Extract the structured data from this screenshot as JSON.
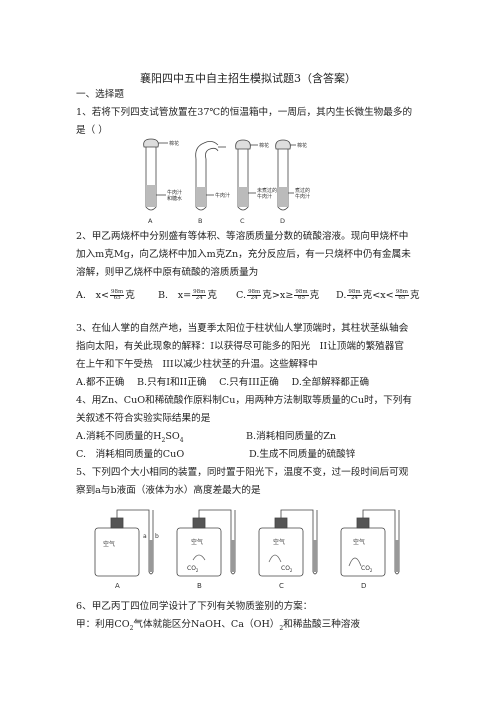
{
  "title": "襄阳四中五中自主招生模拟试题3（含答案）",
  "section1": "一、选择题",
  "q1": {
    "line1": "1、若将下列四支试管放置在37℃的恒温箱中，一周后，其内生长微生物最多的",
    "line2": "是（     ）",
    "tube_labels": [
      "A",
      "B",
      "C",
      "D"
    ],
    "callouts": {
      "cotton": "棉花",
      "brothA": "牛肉汁",
      "brothA2": "和糖水",
      "brothB": "牛肉汁",
      "brothC1": "未煮过的",
      "brothC2": "牛肉汁",
      "brothD1": "煮过的",
      "brothD2": "牛肉汁"
    }
  },
  "q2": {
    "line1": "2、甲乙两烧杯中分别盛有等体积、等溶质质量分数的硫酸溶液。现向甲烧杯中",
    "line2": "加入m克Mg，向乙烧杯中加入m克Zn，充分反应后，有一只烧杯中仍有金属未",
    "line3": "溶解，则甲乙烧杯中原有硫酸的溶质质量为",
    "options": {
      "A_pre": "A.　x<",
      "A_num": "98m",
      "A_den": "65",
      "A_suf": "克",
      "B_pre": "B.　x=",
      "B_num": "98m",
      "B_den": "24",
      "B_suf": "克",
      "C_pre": "C.",
      "C_num1": "98m",
      "C_den1": "24",
      "C_mid": "克>x≥",
      "C_num2": "98m",
      "C_den2": "65",
      "C_suf": "克",
      "D_pre": "D.",
      "D_num1": "98m",
      "D_den1": "24",
      "D_mid": "克<x<",
      "D_num2": "98m",
      "D_den2": "65",
      "D_suf": "克"
    }
  },
  "q3": {
    "line1": "3、在仙人掌的自然产地，当夏季太阳位于柱状仙人掌顶端时，其柱状茎纵轴会",
    "line2": "指向太阳，有关此现象的解释：I以获得尽可能多的阳光　II让顶端的繁殖器官",
    "line3": "在上午和下午受热　III以减少柱状茎的升温。这些解释中",
    "options": "A.都不正确　 B.只有I和II正确　 C.只有III正确　 D.全部解释都正确"
  },
  "q4": {
    "line1": "4、用Zn、CuO和稀硫酸作原料制Cu，用两种方法制取等质量的Cu时，下列有",
    "line2": "关叙述不符合实验实际结果的是",
    "optA_pre": "A.消耗不同质量的H",
    "optA_sub": "2",
    "optA_suf": "SO",
    "optA_sub2": "4",
    "optB": "B.消耗相同质量的Zn",
    "optC": "C.　消耗相同质量的CuO",
    "optD": "D.生成不同质量的硫酸锌"
  },
  "q5": {
    "line1": "5、下列四个大小相同的装置，同时置于阳光下，温度不变，过一段时间后可观",
    "line2": "察到a与b液面（液体为水）高度差最大的是",
    "labels": [
      "A",
      "B",
      "C",
      "D"
    ],
    "air": "空气",
    "co2": "CO",
    "co2_sub": "2",
    "a": "a",
    "b": "b"
  },
  "q6": {
    "line1": "6、甲乙丙丁四位同学设计了下列有关物质鉴别的方案：",
    "line2_pre": "甲：利用CO",
    "line2_sub": "2",
    "line2_suf": "气体就能区分NaOH、Ca（OH）",
    "line2_sub2": "2",
    "line2_end": "和稀盐酸三种溶液"
  }
}
